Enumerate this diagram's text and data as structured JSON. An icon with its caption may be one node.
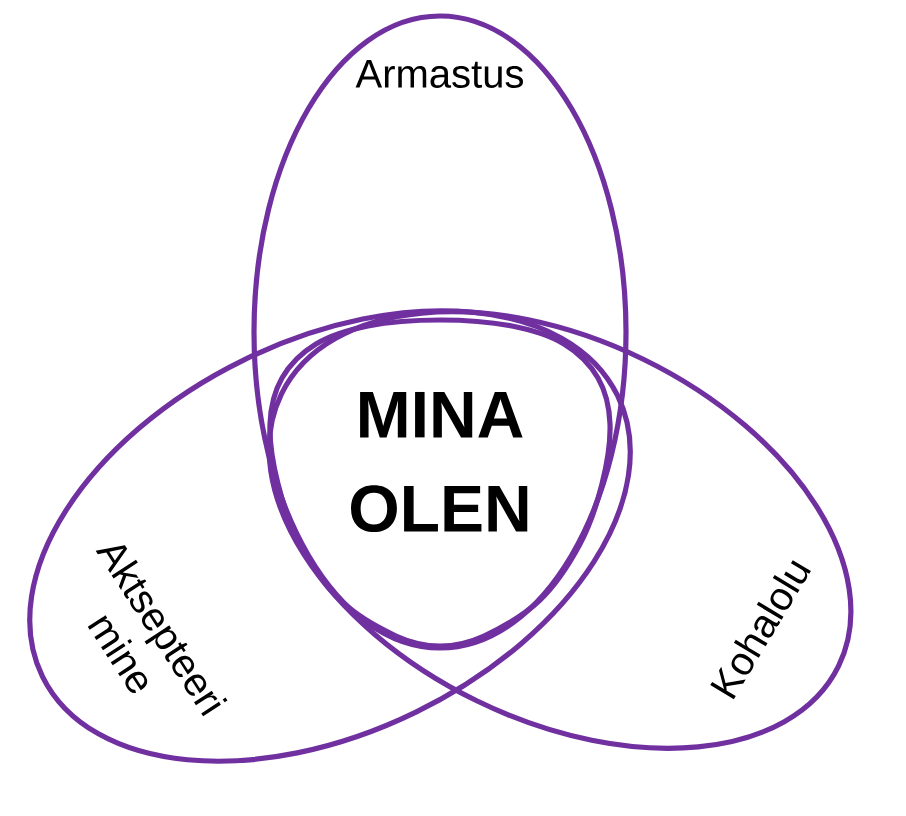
{
  "diagram": {
    "nodes": [
      {
        "text": [
          "Armastus"
        ]
      },
      {
        "text": [
          "MINA OLEN"
        ]
      },
      {
        "text": [
          "Aktsepteeri mine"
        ]
      },
      {
        "text": [
          "Kohalolu"
        ]
      }
    ]
  }
}
